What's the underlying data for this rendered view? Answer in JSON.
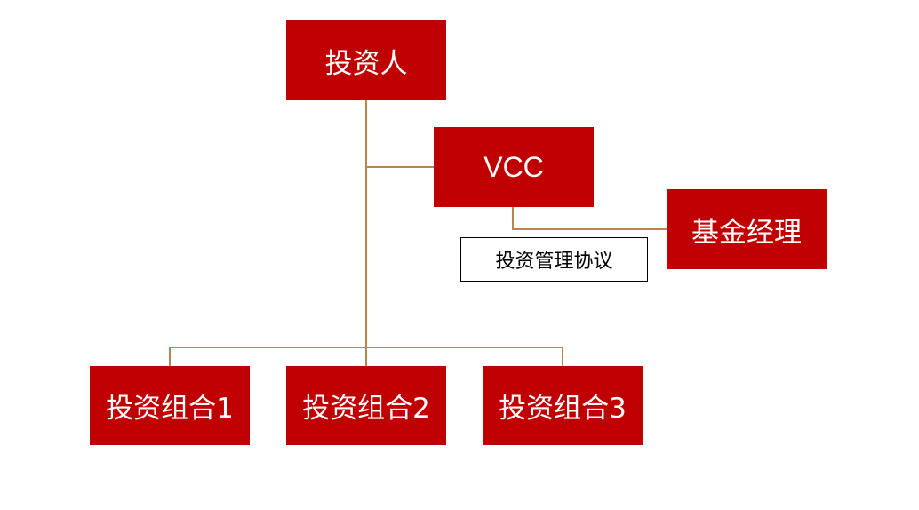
{
  "diagram": {
    "colors": {
      "node_fill": "#c00000",
      "node_text": "#ffffff",
      "connector": "#b8864b"
    },
    "nodes": {
      "investor": "投资人",
      "vcc": "VCC",
      "fund_manager": "基金经理",
      "portfolio_1": "投资组合1",
      "portfolio_2": "投资组合2",
      "portfolio_3": "投资组合3"
    },
    "agreement_label": "投资管理协议"
  }
}
